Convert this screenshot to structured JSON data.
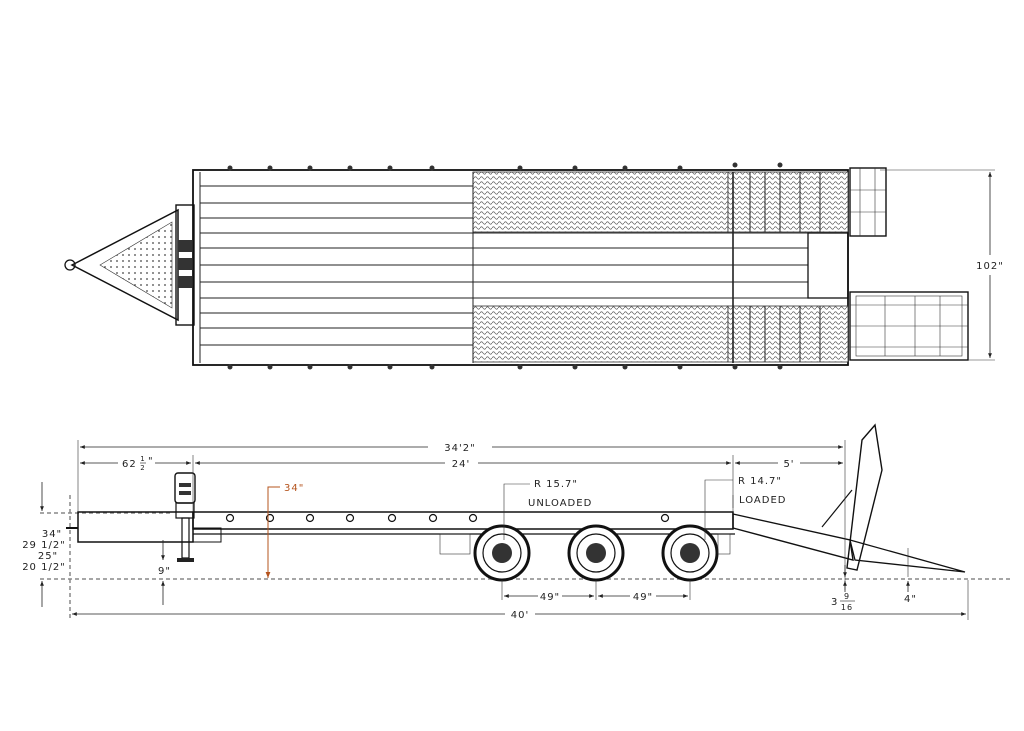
{
  "top_view": {
    "width_label": "102\""
  },
  "side_view": {
    "overall_deck_length": "34'2\"",
    "gooseneck_length": "62",
    "gooseneck_fraction_num": "1",
    "gooseneck_fraction_den": "2",
    "gooseneck_inch": "\"",
    "main_deck_length": "24'",
    "ramp_section_length": "5'",
    "deck_height_label": "34\"",
    "deck_height_color": "#b5541e",
    "unloaded_radius": "R 15.7\"",
    "unloaded_label": "UNLOADED",
    "loaded_radius": "R 14.7\"",
    "loaded_label": "LOADED",
    "coupler_heights": [
      "34\"",
      "29 1/2\"",
      "25\"",
      "20 1/2\""
    ],
    "jack_clearance": "9\"",
    "axle_spacing_1": "49\"",
    "axle_spacing_2": "49\"",
    "overall_length": "40'",
    "tail_clearance_whole": "3",
    "tail_clearance_num": "9",
    "tail_clearance_den": "16",
    "ramp_tip_height": "4\""
  }
}
